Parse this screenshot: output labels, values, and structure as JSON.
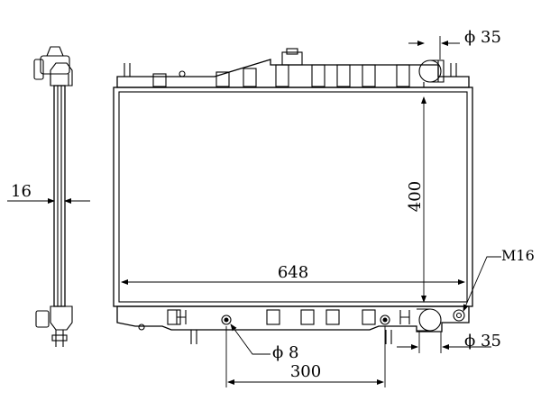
{
  "dimensions": {
    "thickness": "16",
    "height": "400",
    "width": "648",
    "top_pipe_diameter": "ϕ 35",
    "bottom_pipe_diameter": "ϕ 35",
    "drain_thread": "M16",
    "mount_hole_diameter": "ϕ 8",
    "mount_hole_spacing": "300"
  },
  "colors": {
    "line": "#000000",
    "background": "#ffffff"
  }
}
